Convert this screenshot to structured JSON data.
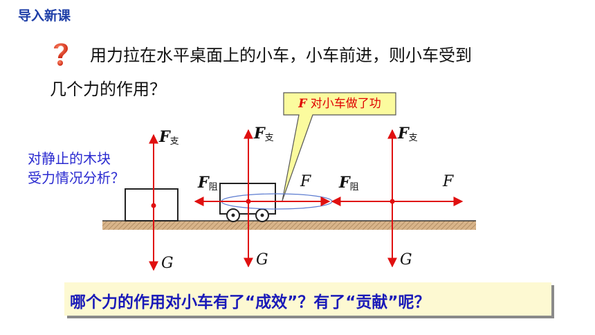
{
  "header": {
    "title": "导入新课"
  },
  "question": {
    "line1": "用力拉在水平桌面上的小车，小车前进，则小车受到",
    "line2": "几个力的作用？"
  },
  "note": {
    "line1": "对静止的木块",
    "line2": "受力情况分析？"
  },
  "callout": {
    "force_symbol": "F",
    "text": "对小车做了功"
  },
  "labels": {
    "F": "F",
    "G": "G",
    "support_sub": "支",
    "resist_sub": "阻"
  },
  "bottom_question": "哪个力的作用对小车有了“成效”？有了“贡献”呢？",
  "colors": {
    "heading": "#1f3fa8",
    "note": "#2a2ad0",
    "arrow": "#e01010",
    "callout_fill": "#fbfb9e",
    "bottom_text": "#1a1ab8",
    "bottom_fill": "#fdf9d2",
    "surface": "#d8b48a"
  },
  "icons": {
    "question": "question-mark-icon"
  }
}
